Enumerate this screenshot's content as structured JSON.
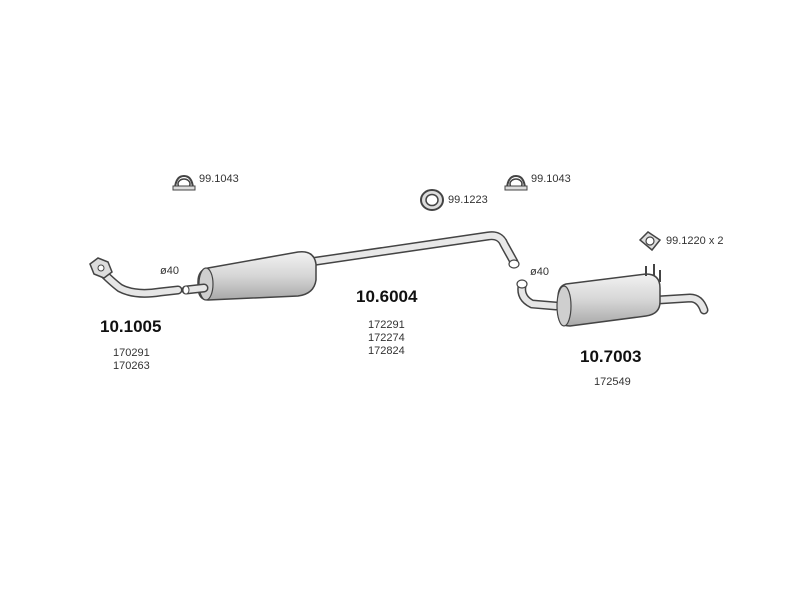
{
  "parts": {
    "front_pipe": {
      "part_number": "10.1005",
      "diameter": "ø40",
      "refs": [
        "170291",
        "170263"
      ]
    },
    "middle_silencer": {
      "part_number": "10.6004",
      "refs": [
        "172291",
        "172274",
        "172824"
      ]
    },
    "rear_silencer": {
      "part_number": "10.7003",
      "diameter": "ø40",
      "refs": [
        "172549"
      ]
    }
  },
  "accessories": {
    "clamp_left": "99.1043",
    "clamp_right": "99.1043",
    "ring": "99.1223",
    "gasket": "99.1220 x 2"
  },
  "colors": {
    "muffler_fill": "#d8d8d8",
    "outline": "#444444"
  }
}
